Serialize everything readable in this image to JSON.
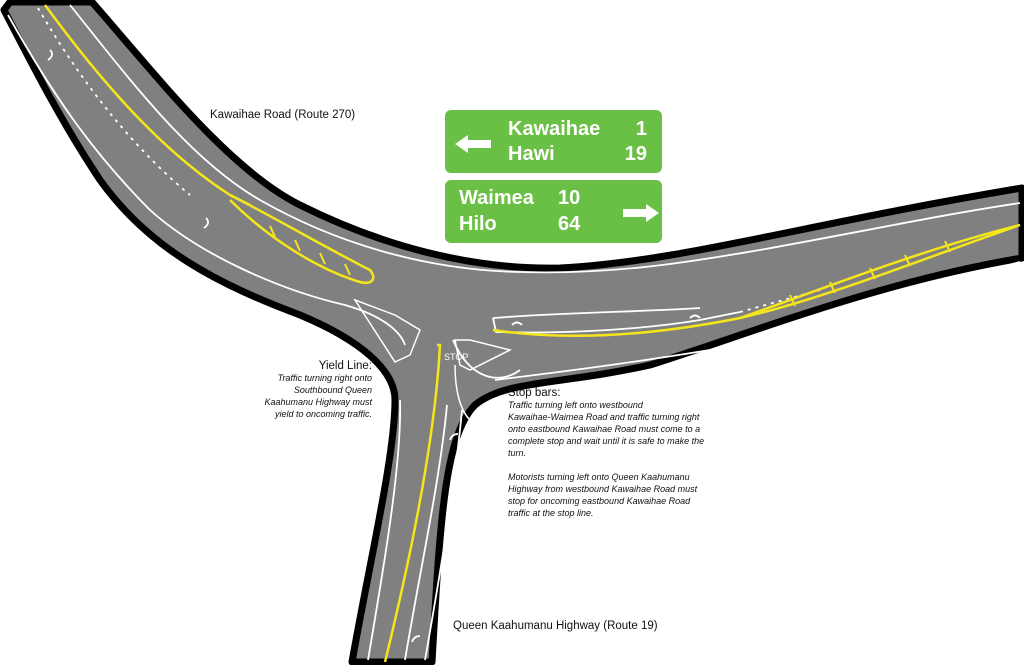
{
  "colors": {
    "road_fill": "#808080",
    "road_edge": "#000000",
    "lane_line": "#ffffff",
    "center_line": "#f5e51b",
    "sign_green": "#6abf45",
    "background": "#ffffff"
  },
  "labels": {
    "kawaihae_road": "Kawaihae Road (Route  270)",
    "queen_kaahumanu": "Queen Kaahumanu Highway (Route 19)"
  },
  "pavement_text": {
    "stop": "STOP"
  },
  "sign": {
    "top_panel": {
      "arrow": "left-arrow",
      "rows": [
        {
          "destination": "Kawaihae",
          "distance": "1"
        },
        {
          "destination": "Hawi",
          "distance": "19"
        }
      ]
    },
    "bottom_panel": {
      "arrow": "right-arrow",
      "rows": [
        {
          "destination": "Waimea",
          "distance": "10"
        },
        {
          "destination": "Hilo",
          "distance": "64"
        }
      ]
    }
  },
  "notes": {
    "yield": {
      "title": "Yield Line:",
      "body": "Traffic turning right onto\nSouthbound Queen\nKaahumanu Highway must\nyield to oncoming traffic."
    },
    "stop": {
      "title": "Stop bars:",
      "body": "Traffic turning left onto westbound\nKawaihae-Waimea Road and traffic turning right\nonto eastbound Kawaihae Road must come to a\ncomplete stop and wait until it is safe to make the\nturn.\n\nMotorists turning left onto Queen Kaahumanu\nHighway from westbound Kawaihae Road must\nstop for oncoming eastbound Kawaihae Road\ntraffic at the stop line."
    }
  }
}
